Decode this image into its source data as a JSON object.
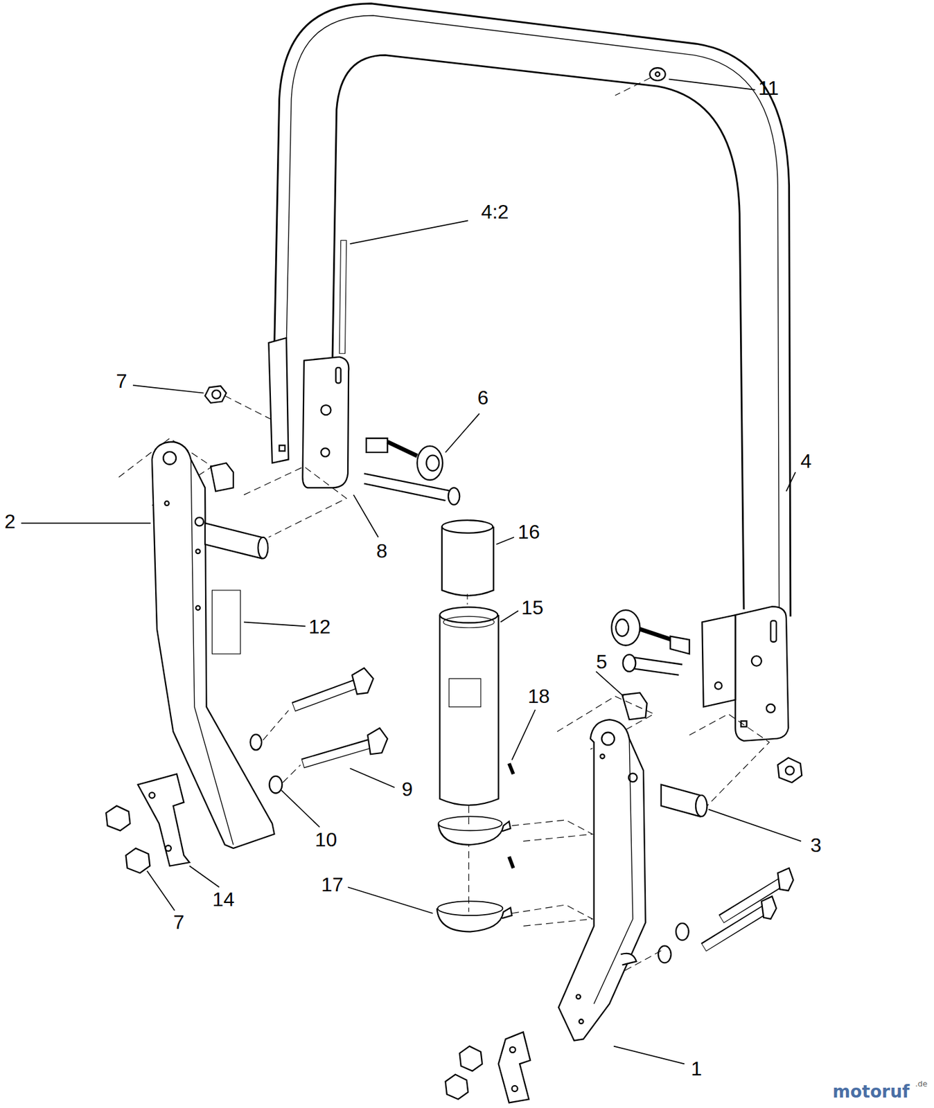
{
  "diagram": {
    "labels": [
      "11",
      "4:2",
      "7",
      "6",
      "4",
      "2",
      "16",
      "8",
      "15",
      "12",
      "5",
      "18",
      "9",
      "10",
      "3",
      "17",
      "14",
      "7",
      "1",
      "motoruf",
      ".de"
    ]
  }
}
